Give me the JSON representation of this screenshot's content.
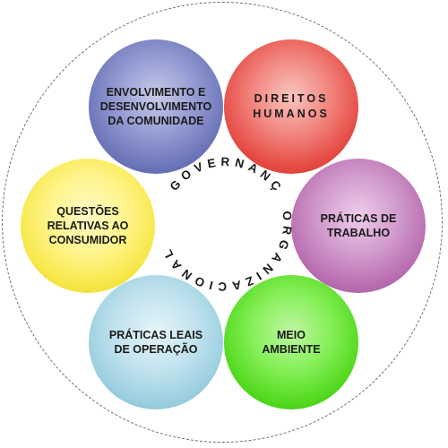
{
  "center": {
    "line_top": "GOVERNANÇA",
    "line_bottom": "ORGANIZACIONAL"
  },
  "topics": [
    {
      "label": "ENVOLVIMENTO E\nDESENVOLVIMENTO\nDA COMUNIDADE",
      "color": "#8a92cf"
    },
    {
      "label": "DIREITOS\nHUMANOS",
      "color": "#ee6f68"
    },
    {
      "label": "PRÁTICAS DE\nTRABALHO",
      "color": "#c98bc3"
    },
    {
      "label": "MEIO\nAMBIENTE",
      "color": "#6be234"
    },
    {
      "label": "PRÁTICAS LEAIS\nDE OPERAÇÃO",
      "color": "#b4dbe8"
    },
    {
      "label": "QUESTÕES\nRELATIVAS AO\nCONSUMIDOR",
      "color": "#fbed6a"
    }
  ]
}
